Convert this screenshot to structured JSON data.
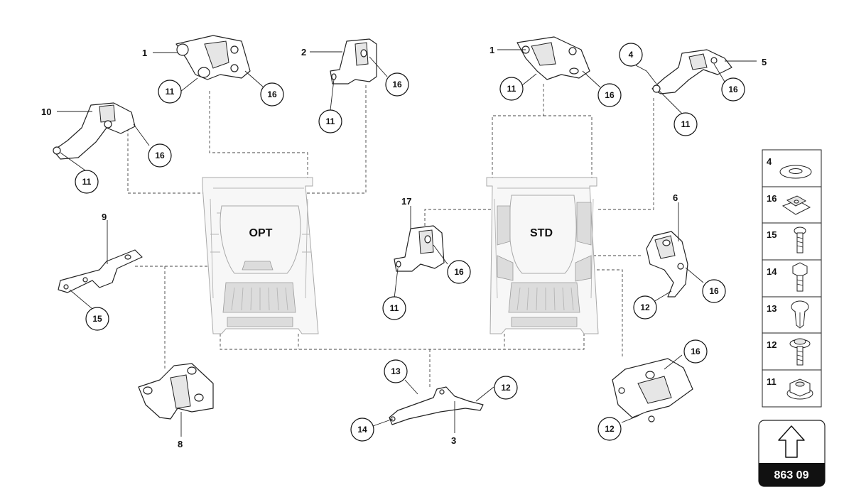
{
  "labels": {
    "opt": "OPT",
    "std": "STD"
  },
  "part_numbers": {
    "p1_left": "1",
    "p2": "2",
    "p1_right": "1",
    "p4": "4",
    "p5": "5",
    "p10": "10",
    "p9": "9",
    "p17": "17",
    "p6": "6",
    "p8": "8",
    "p3": "3"
  },
  "callouts": {
    "c11_a": "11",
    "c16_a": "16",
    "c16_b": "16",
    "c11_b": "11",
    "c11_c": "11",
    "c16_c": "16",
    "c16_d": "16",
    "c11_d": "11",
    "c16_e": "16",
    "c11_e": "11",
    "c15": "15",
    "c16_f": "16",
    "c11_f": "11",
    "c12_a": "12",
    "c16_g": "16",
    "c13": "13",
    "c12_b": "12",
    "c14": "14",
    "c16_h": "16",
    "c12_c": "12"
  },
  "legend": {
    "items": [
      {
        "number": "4",
        "icon": "washer-icon"
      },
      {
        "number": "16",
        "icon": "clip-nut-icon"
      },
      {
        "number": "15",
        "icon": "screw-icon"
      },
      {
        "number": "14",
        "icon": "hex-bolt-icon"
      },
      {
        "number": "13",
        "icon": "plastic-rivet-icon"
      },
      {
        "number": "12",
        "icon": "flange-screw-icon"
      },
      {
        "number": "11",
        "icon": "flange-nut-icon"
      }
    ]
  },
  "badge": {
    "code": "863 09",
    "icon": "arrow-up-icon"
  }
}
